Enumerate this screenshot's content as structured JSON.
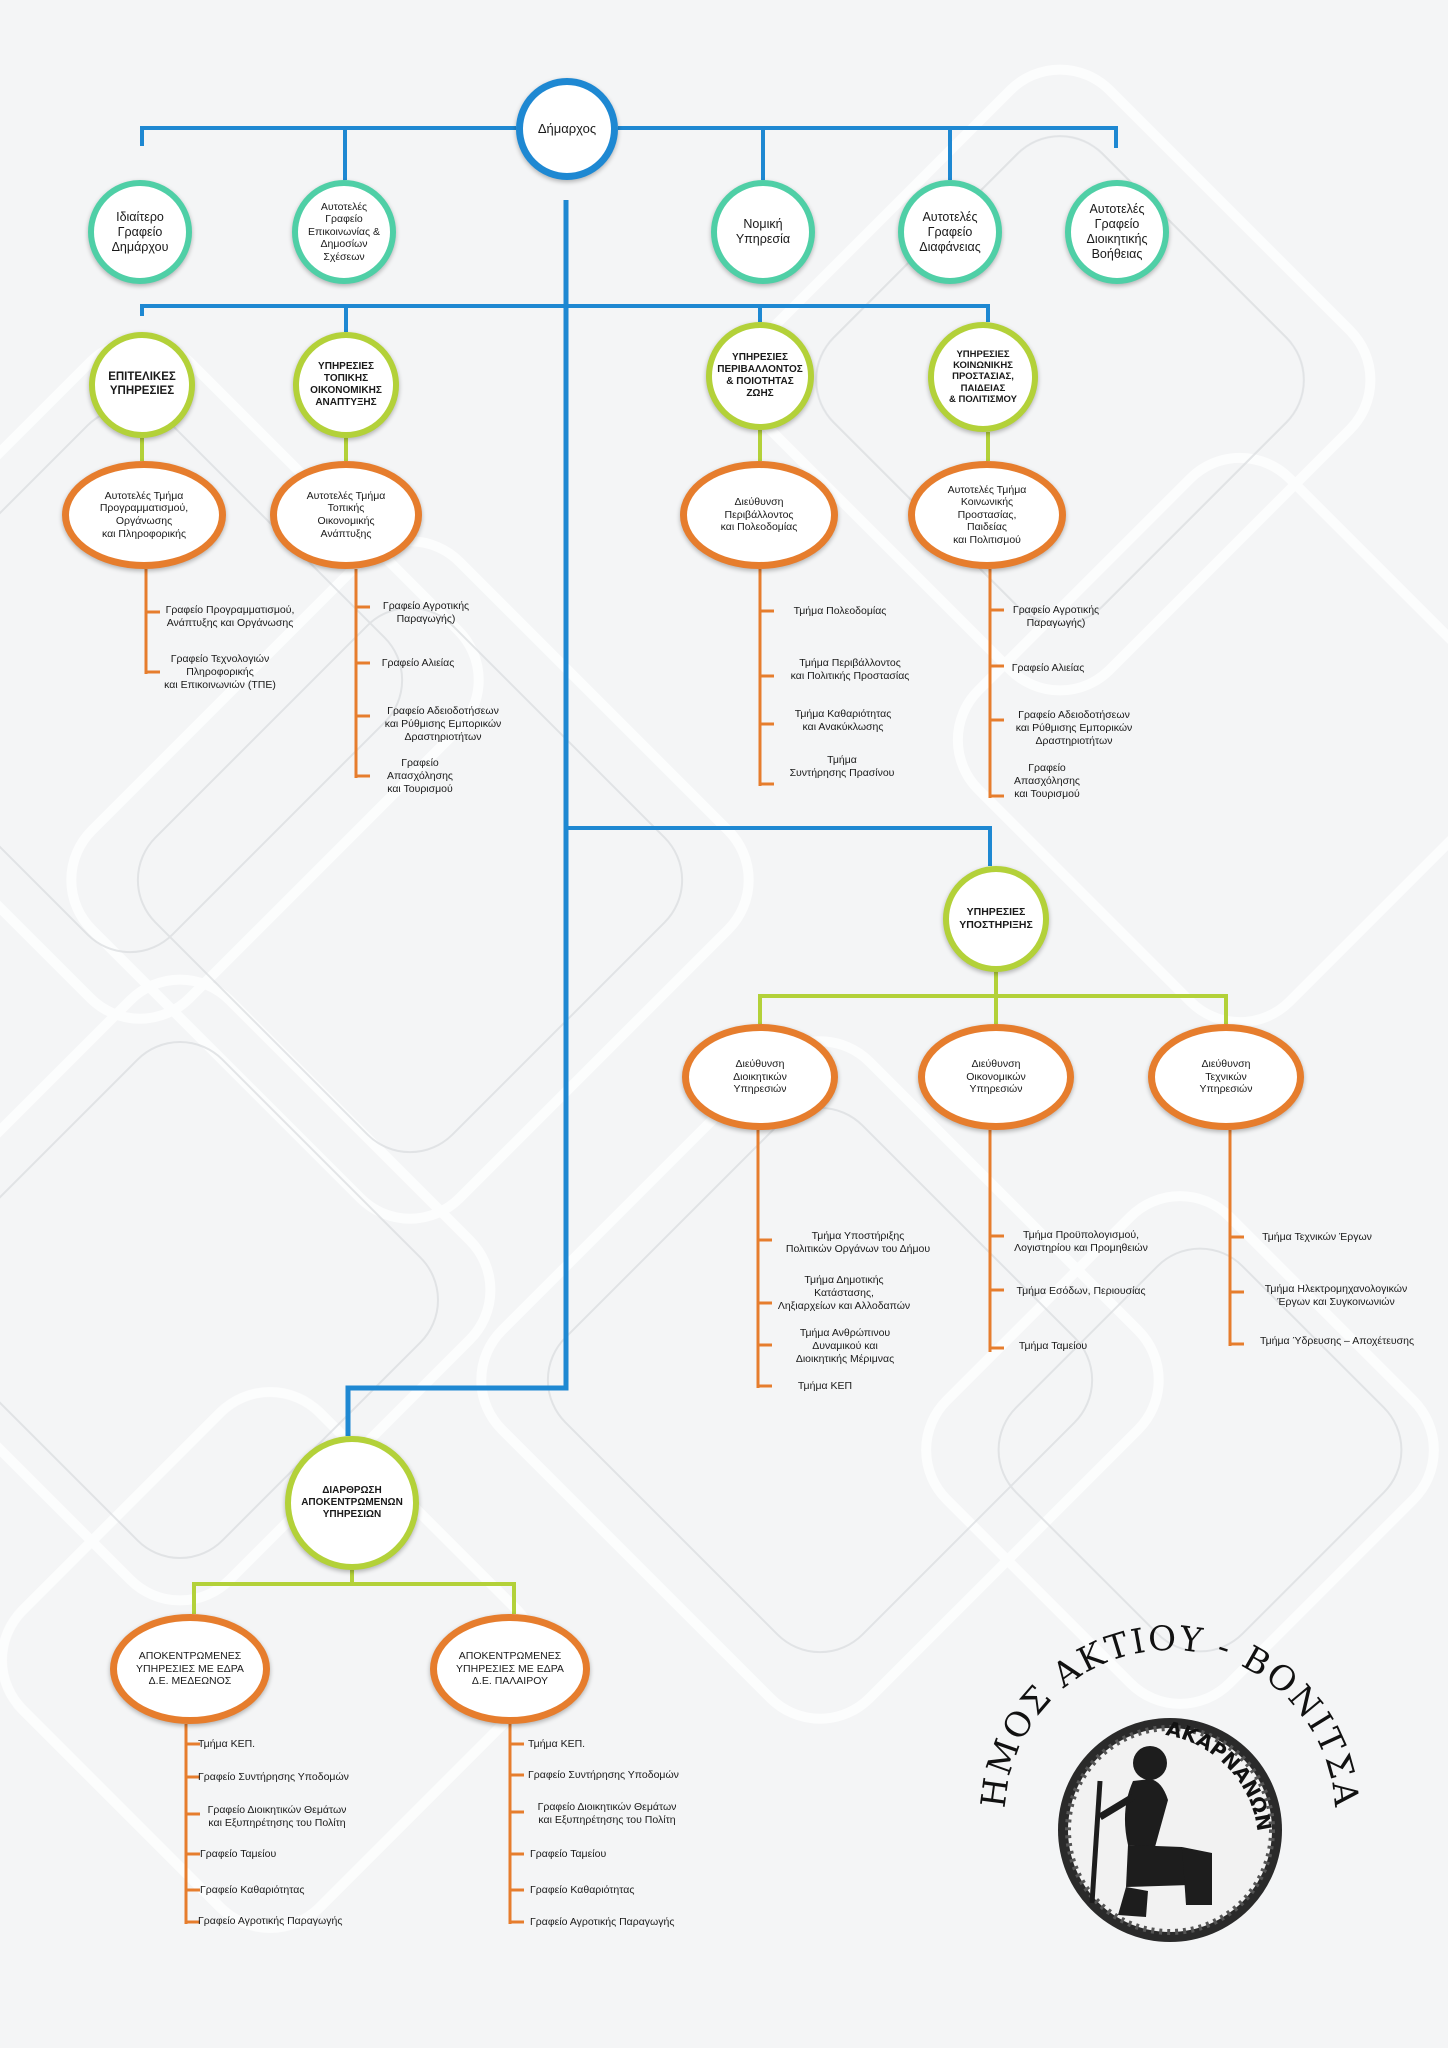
{
  "colors": {
    "blue": "#1e88d2",
    "teal": "#4fcfa6",
    "lime": "#b3d139",
    "orange": "#e67d2d"
  },
  "mayor": "Δήμαρχος",
  "offices": {
    "private_office": "Ιδιαίτερο\nΓραφείο\nΔημάρχου",
    "communication": "Αυτοτελές\nΓραφείο\nΕπικοινωνίας &\nΔημοσίων\nΣχέσεων",
    "legal": "Νομική\nΥπηρεσία",
    "transparency": "Αυτοτελές\nΓραφείο\nΔιαφάνειας",
    "admin_support": "Αυτοτελές\nΓραφείο\nΔιοικητικής\nΒοήθειας"
  },
  "services": {
    "staff": {
      "title": "ΕΠΙΤΕΛΙΚΕΣ\nΥΠΗΡΕΣΙΕΣ",
      "unit": "Αυτοτελές Τμήμα\nΠρογραμματισμού,\nΟργάνωσης\nκαι Πληροφορικής",
      "items": [
        "Γραφείο Προγραμματισμού,\nΑνάπτυξης και Οργάνωσης",
        "Γραφείο Τεχνολογιών\nΠληροφορικής\nκαι Επικοινωνιών (ΤΠΕ)"
      ]
    },
    "local_economy": {
      "title": "ΥΠΗΡΕΣΙΕΣ\nΤΟΠΙΚΗΣ\nΟΙΚΟΝΟΜΙΚΗΣ\nΑΝΑΠΤΥΞΗΣ",
      "unit": "Αυτοτελές Τμήμα\nΤοπικής\nΟικονομικής\nΑνάπτυξης",
      "items": [
        "Γραφείο Αγροτικής\nΠαραγωγής)",
        "Γραφείο Αλιείας",
        "Γραφείο Αδειοδοτήσεων\nκαι Ρύθμισης  Εμπορικών\nΔραστηριοτήτων",
        "Γραφείο\nΑπασχόλησης\nκαι Τουρισμού"
      ]
    },
    "environment": {
      "title": "ΥΠΗΡΕΣΙΕΣ\nΠΕΡΙΒΑΛΛΟΝΤΟΣ\n& ΠΟΙΟΤΗΤΑΣ\nΖΩΗΣ",
      "unit": "Διεύθυνση\nΠεριβάλλοντος\nκαι Πολεοδομίας",
      "items": [
        "Τμήμα Πολεοδομίας",
        "Τμήμα Περιβάλλοντος\nκαι Πολιτικής Προστασίας",
        "Τμήμα Καθαριότητας\nκαι Ανακύκλωσης",
        "Τμήμα\nΣυντήρησης Πρασίνου"
      ]
    },
    "social": {
      "title": "ΥΠΗΡΕΣΙΕΣ\nΚΟΙΝΩΝΙΚΗΣ\nΠΡΟΣΤΑΣΙΑΣ,\nΠΑΙΔΕΙΑΣ\n& ΠΟΛΙΤΙΣΜΟΥ",
      "unit": "Αυτοτελές Τμήμα\nΚοινωνικής\nΠροστασίας,\nΠαιδείας\nκαι Πολιτισμού",
      "items": [
        "Γραφείο Αγροτικής\nΠαραγωγής)",
        "Γραφείο Αλιείας",
        "Γραφείο Αδειοδοτήσεων\nκαι Ρύθμισης  Εμπορικών\nΔραστηριοτήτων",
        "Γραφείο\nΑπασχόλησης\nκαι Τουρισμού"
      ]
    },
    "support": {
      "title": "ΥΠΗΡΕΣΙΕΣ\nΥΠΟΣΤΗΡΙΞΗΣ",
      "admin": {
        "unit": "Διεύθυνση\nΔιοικητικών\nΥπηρεσιών",
        "items": [
          "Τμήμα Υποστήριξης\nΠολιτικών Οργάνων του Δήμου",
          "Τμήμα Δημοτικής\nΚατάστασης,\nΛηξιαρχείων και Αλλοδαπών",
          "Τμήμα Ανθρώπινου\nΔυναμικού και\nΔιοικητικής Μέριμνας",
          "Τμήμα ΚΕΠ"
        ]
      },
      "finance": {
        "unit": "Διεύθυνση\nΟικονομικών\nΥπηρεσιών",
        "items": [
          "Τμήμα Προϋπολογισμού,\nΛογιστηρίου και Προμηθειών",
          "Τμήμα Εσόδων, Περιουσίας",
          "Τμήμα  Ταμείου"
        ]
      },
      "technical": {
        "unit": "Διεύθυνση\nΤεχνικών\nΥπηρεσιών",
        "items": [
          "Τμήμα Τεχνικών Έργων",
          "Τμήμα Ηλεκτρομηχανολογικών\nΈργων και Συγκοινωνιών",
          "Τμήμα Ύδρευσης – Αποχέτευσης"
        ]
      }
    },
    "decentralized": {
      "title": "ΔΙΑΡΘΡΩΣΗ\nΑΠΟΚΕΝΤΡΩΜΕΝΩΝ\nΥΠΗΡΕΣΙΩΝ",
      "medeon": {
        "unit": "ΑΠΟΚΕΝΤΡΩΜΕΝΕΣ\nΥΠΗΡΕΣΙΕΣ ΜΕ ΕΔΡΑ\nΔ.Ε. ΜΕΔΕΩΝΟΣ",
        "items": [
          "Τμήμα  ΚΕΠ.",
          "Γραφείο Συντήρησης Υποδομών",
          "Γραφείο Διοικητικών Θεμάτων\nκαι Εξυπηρέτησης του Πολίτη",
          "Γραφείο Ταμείου",
          "Γραφείο Καθαριότητας",
          "Γραφείο Αγροτικής Παραγωγής"
        ]
      },
      "palairos": {
        "unit": "ΑΠΟΚΕΝΤΡΩΜΕΝΕΣ\nΥΠΗΡΕΣΙΕΣ ΜΕ ΕΔΡΑ\nΔ.Ε. ΠΑΛΑΙΡΟΥ",
        "items": [
          "Τμήμα  ΚΕΠ.",
          "Γραφείο Συντήρησης Υποδομών",
          "Γραφείο Διοικητικών Θεμάτων\nκαι Εξυπηρέτησης του Πολίτη",
          "Γραφείο Ταμείου",
          "Γραφείο Καθαριότητας",
          "Γραφείο Αγροτικής Παραγωγής"
        ]
      }
    }
  },
  "logo": {
    "arc_text": "ΔΗΜΟΣ ΑΚΤΙΟΥ - ΒΟΝΙΤΣΑΣ",
    "coin_text": "ΑΚΑΡΝΑΝΩΝ"
  }
}
